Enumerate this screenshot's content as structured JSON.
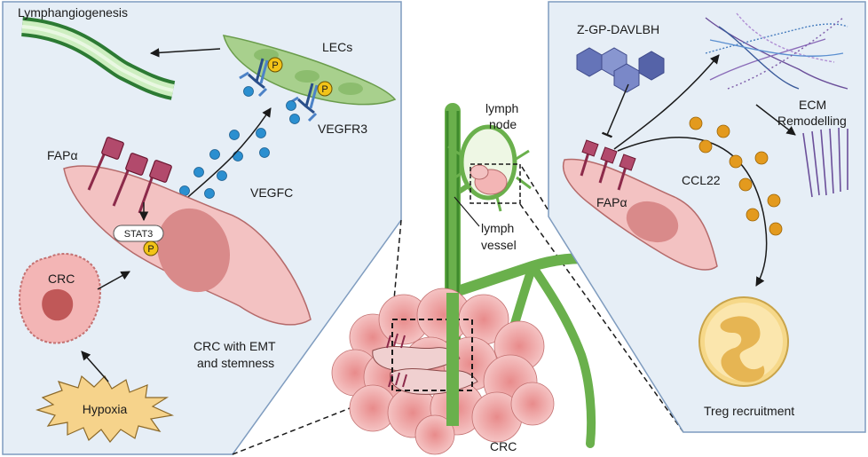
{
  "labels": {
    "lymphangiogenesis": "Lymphangiogenesis",
    "lecs": "LECs",
    "vegfr3": "VEGFR3",
    "vegfc": "VEGFC",
    "fap_left": "FAPα",
    "stat3": "STAT3",
    "phospho": "P",
    "crc_cell": "CRC",
    "emt_line1": "CRC with EMT",
    "emt_line2": "and stemness",
    "hypoxia": "Hypoxia",
    "lymph_node_line1": "lymph",
    "lymph_node_line2": "node",
    "lymph_vessel_line1": "lymph",
    "lymph_vessel_line2": "vessel",
    "crc_tumor": "CRC",
    "drug": "Z-GP-DAVLBH",
    "ecm_line1": "ECM",
    "ecm_line2": "Remodelling",
    "ccl22": "CCL22",
    "fap_right": "FAPα",
    "treg": "Treg recruitment"
  },
  "colors": {
    "panel_bg": "#e6eef6",
    "panel_border": "#7f9cbf",
    "cell_fill": "#f3c2c2",
    "nucleus": "#d98a8a",
    "lec": "#a8d08d",
    "vessel": "#6ab04c",
    "vegfc_dot": "#2b8fd0",
    "receptor_fap": "#8c2a4a",
    "phospho": "#f2c318",
    "drug_hex": "#6574b8",
    "ccl22_dot": "#e39a1e",
    "treg": "#f6d889"
  }
}
